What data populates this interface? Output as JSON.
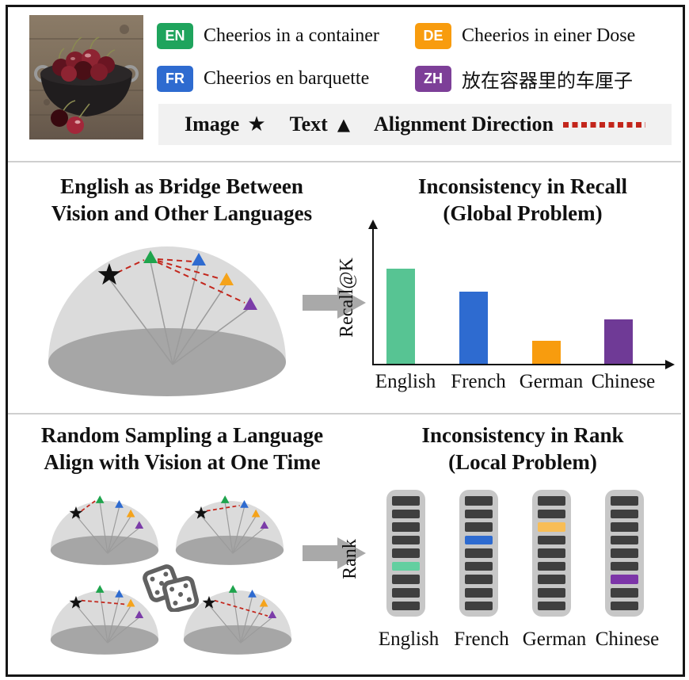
{
  "header": {
    "languages": [
      {
        "code": "EN",
        "badge_color": "#1FA45D",
        "caption": "Cheerios in a container"
      },
      {
        "code": "FR",
        "badge_color": "#2E6BD0",
        "caption": "Cheerios en barquette"
      },
      {
        "code": "DE",
        "badge_color": "#F89C0E",
        "caption": "Cheerios in einer Dose"
      },
      {
        "code": "ZH",
        "badge_color": "#7D3F98",
        "caption": "放在容器里的车厘子"
      }
    ],
    "marker_legend": {
      "image_label": "Image",
      "image_marker": "★",
      "text_label": "Text",
      "text_marker": "▲",
      "alignment_label": "Alignment Direction"
    }
  },
  "panels": {
    "bridge": {
      "title_line1": "English as Bridge Between",
      "title_line2": "Vision and Other Languages"
    },
    "recall": {
      "title_line1": "Inconsistency in Recall",
      "title_line2": "(Global Problem)"
    },
    "sampling": {
      "title_line1": "Random Sampling a Language",
      "title_line2": "Align with Vision at One Time"
    },
    "rank": {
      "title_line1": "Inconsistency in Rank",
      "title_line2": "(Local Problem)"
    }
  },
  "marker_colors": {
    "image": "#111111",
    "EN": "#1FA44D",
    "FR": "#2E6BD0",
    "DE": "#F5A31A",
    "ZH": "#7B3CA8"
  },
  "dashed_line_color": "#C3261C",
  "bridge_dome": {
    "dash_edges": [
      [
        "image",
        "EN"
      ],
      [
        "EN",
        "FR"
      ],
      [
        "EN",
        "DE"
      ],
      [
        "EN",
        "ZH"
      ]
    ]
  },
  "sampling_domes": [
    {
      "dash_target": "EN"
    },
    {
      "dash_target": "FR"
    },
    {
      "dash_target": "DE"
    },
    {
      "dash_target": "ZH"
    }
  ],
  "chart_data": [
    {
      "type": "bar",
      "title": "Inconsistency in Recall (Global Problem)",
      "categories": [
        "English",
        "French",
        "German",
        "Chinese"
      ],
      "values": [
        0.7,
        0.53,
        0.17,
        0.33
      ],
      "colors": [
        "#57C493",
        "#2E6BD0",
        "#F89C0E",
        "#6F3A96"
      ],
      "ylabel": "Recall@K",
      "xlabel": "",
      "ylim": [
        0,
        1
      ],
      "grid": false,
      "note": "axes unlabeled numerically; values are relative bar heights"
    },
    {
      "type": "table",
      "subtype": "rank-columns",
      "title": "Inconsistency in Rank (Local Problem)",
      "categories": [
        "English",
        "French",
        "German",
        "Chinese"
      ],
      "slots_per_column": 9,
      "highlight_rank_from_top": [
        6,
        4,
        3,
        7
      ],
      "highlight_colors": [
        "#63CFA0",
        "#2E6BD0",
        "#F8BD56",
        "#7C35A8"
      ],
      "slot_color": "#3F3F3F",
      "column_bg": "#C7C7C7",
      "ylabel": "Rank"
    }
  ]
}
